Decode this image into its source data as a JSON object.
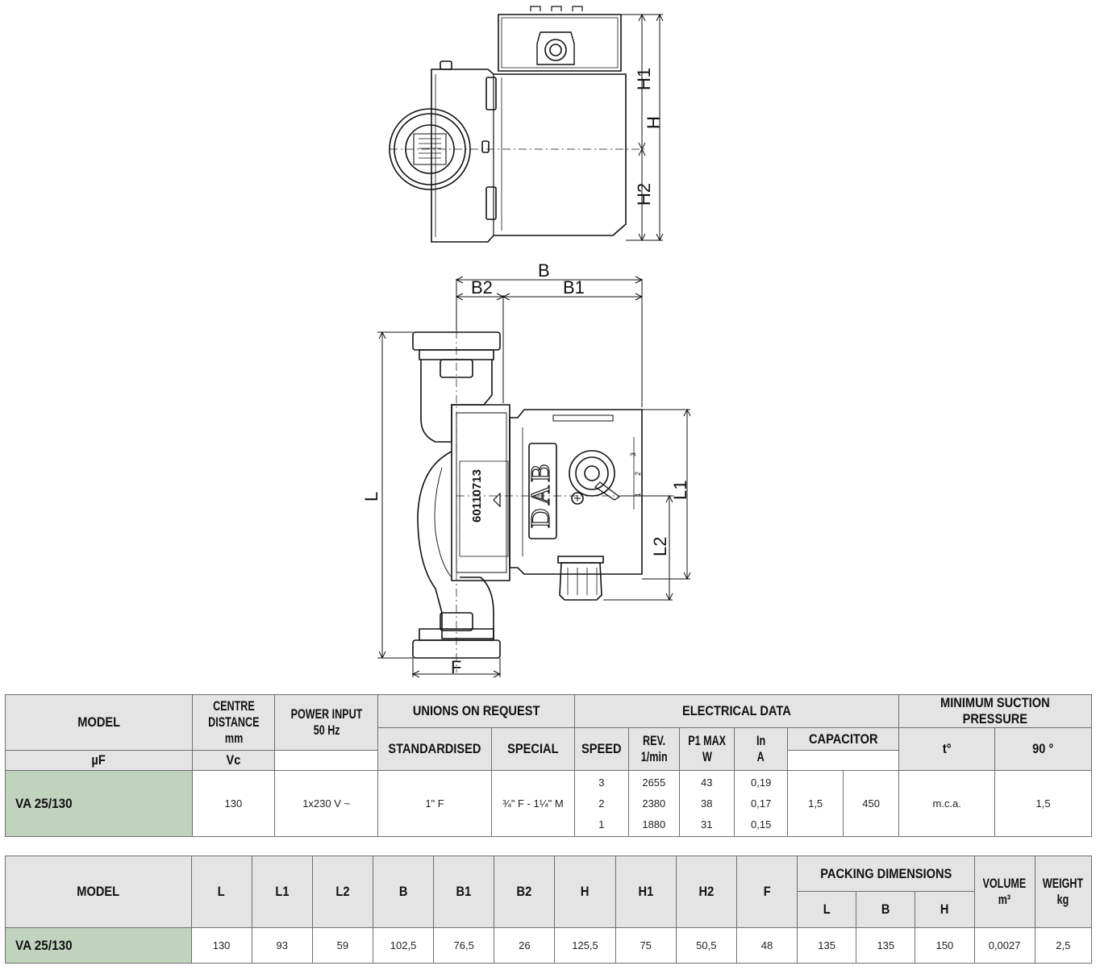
{
  "drawing": {
    "labels": {
      "h": "H",
      "h1": "H1",
      "h2": "H2",
      "b": "B",
      "b1": "B1",
      "b2": "B2",
      "l": "L",
      "l1": "L1",
      "l2": "L2",
      "f": "F"
    },
    "nameplate_code": "60110713",
    "brand_mark": "DAB",
    "speed_marks": [
      "3",
      "2",
      "1"
    ]
  },
  "table1": {
    "headers": {
      "model": "MODEL",
      "centre_distance": [
        "CENTRE",
        "DISTANCE",
        "mm"
      ],
      "power_input": [
        "POWER INPUT",
        "50 Hz"
      ],
      "unions": "UNIONS ON REQUEST",
      "standardised": "STANDARDISED",
      "special": "SPECIAL",
      "electrical": "ELECTRICAL DATA",
      "speed": "SPEED",
      "rev": [
        "REV.",
        "1/min"
      ],
      "p1max": [
        "P1 MAX",
        "W"
      ],
      "in": [
        "In",
        "A"
      ],
      "capacitor": "CAPACITOR",
      "uf": "µF",
      "vc": "Vc",
      "min_suction": "MINIMUM SUCTION PRESSURE",
      "t": "t°",
      "t90": "90 °"
    },
    "row": {
      "model": "VA 25/130",
      "centre_distance": "130",
      "power_input": "1x230 V ~",
      "standardised": "1\" F",
      "special": "¾\" F - 1¼\" M",
      "speeds": [
        "3",
        "2",
        "1"
      ],
      "rev": [
        "2655",
        "2380",
        "1880"
      ],
      "p1max": [
        "43",
        "38",
        "31"
      ],
      "in": [
        "0,19",
        "0,17",
        "0,15"
      ],
      "uf": "1,5",
      "vc": "450",
      "suction_unit": "m.c.a.",
      "suction_value": "1,5"
    }
  },
  "table2": {
    "headers": {
      "model": "MODEL",
      "l": "L",
      "l1": "L1",
      "l2": "L2",
      "b": "B",
      "b1": "B1",
      "b2": "B2",
      "h": "H",
      "h1": "H1",
      "h2": "H2",
      "f": "F",
      "packing": "PACKING DIMENSIONS",
      "pl": "L",
      "pb": "B",
      "ph": "H",
      "volume": "VOLUME",
      "volume_unit": "m³",
      "weight": "WEIGHT",
      "weight_unit": "kg"
    },
    "row": {
      "model": "VA 25/130",
      "l": "130",
      "l1": "93",
      "l2": "59",
      "b": "102,5",
      "b1": "76,5",
      "b2": "26",
      "h": "125,5",
      "h1": "75",
      "h2": "50,5",
      "f": "48",
      "pl": "135",
      "pb": "135",
      "ph": "150",
      "volume": "0,0027",
      "weight": "2,5"
    }
  }
}
